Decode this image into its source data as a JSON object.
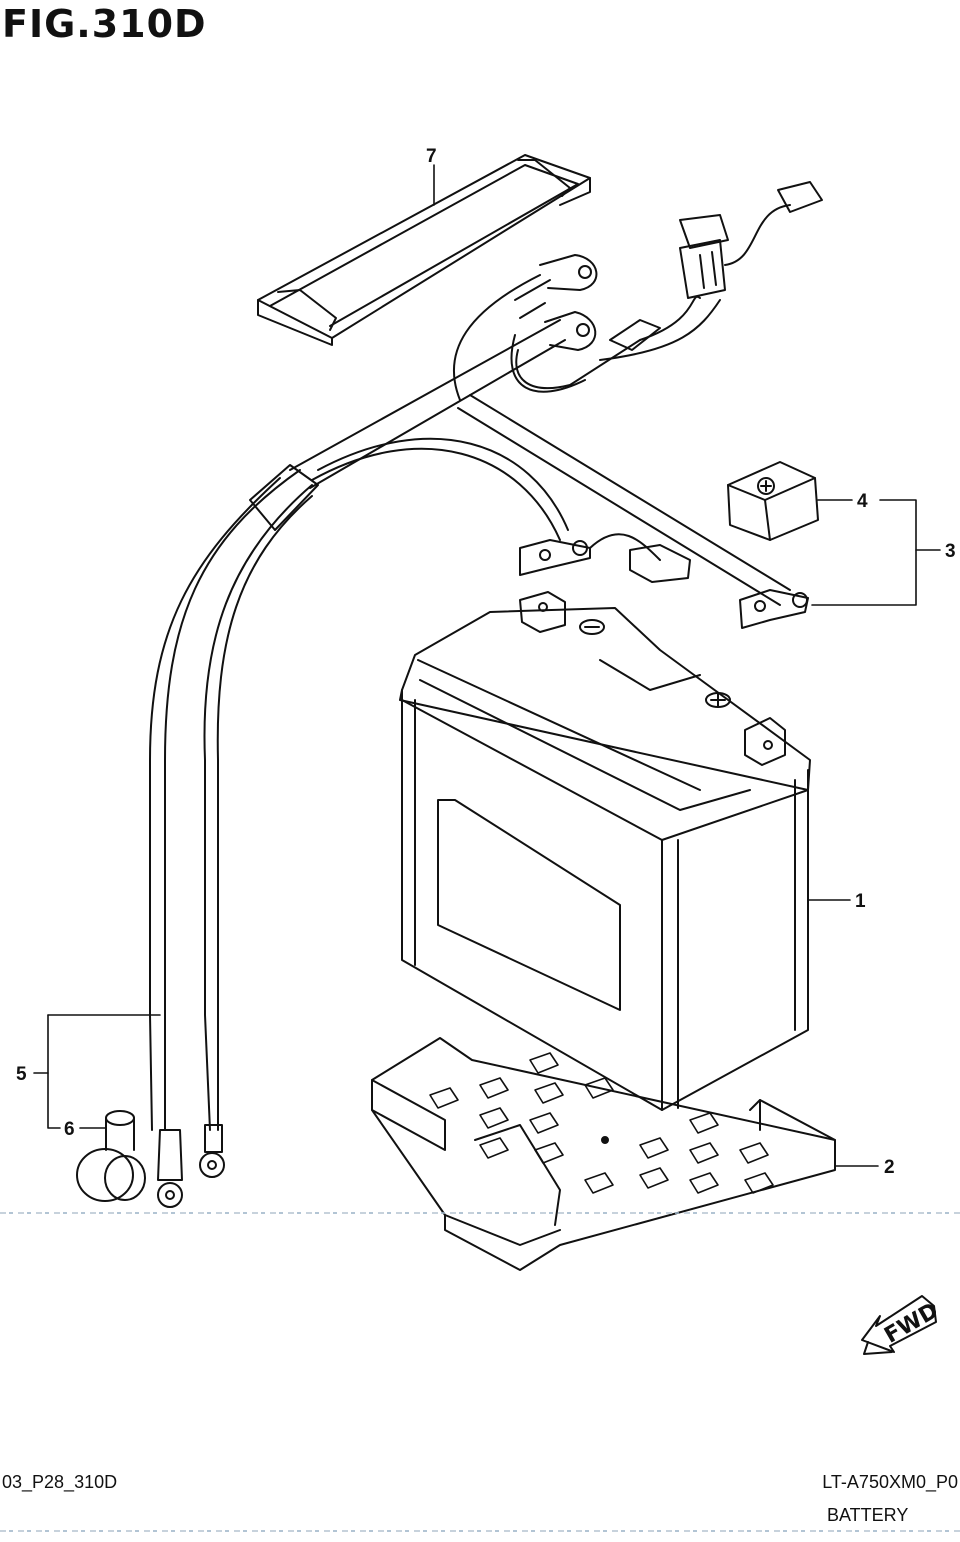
{
  "figure": {
    "title": "FIG.310D"
  },
  "callouts": {
    "c1": "1",
    "c2": "2",
    "c3": "3",
    "c4": "4",
    "c5": "5",
    "c6": "6",
    "c7": "7"
  },
  "fwd_label": "FWD",
  "footer": {
    "left_code": "03_P28_310D",
    "right_code": "LT-A750XM0_P0",
    "caption": "BATTERY"
  }
}
